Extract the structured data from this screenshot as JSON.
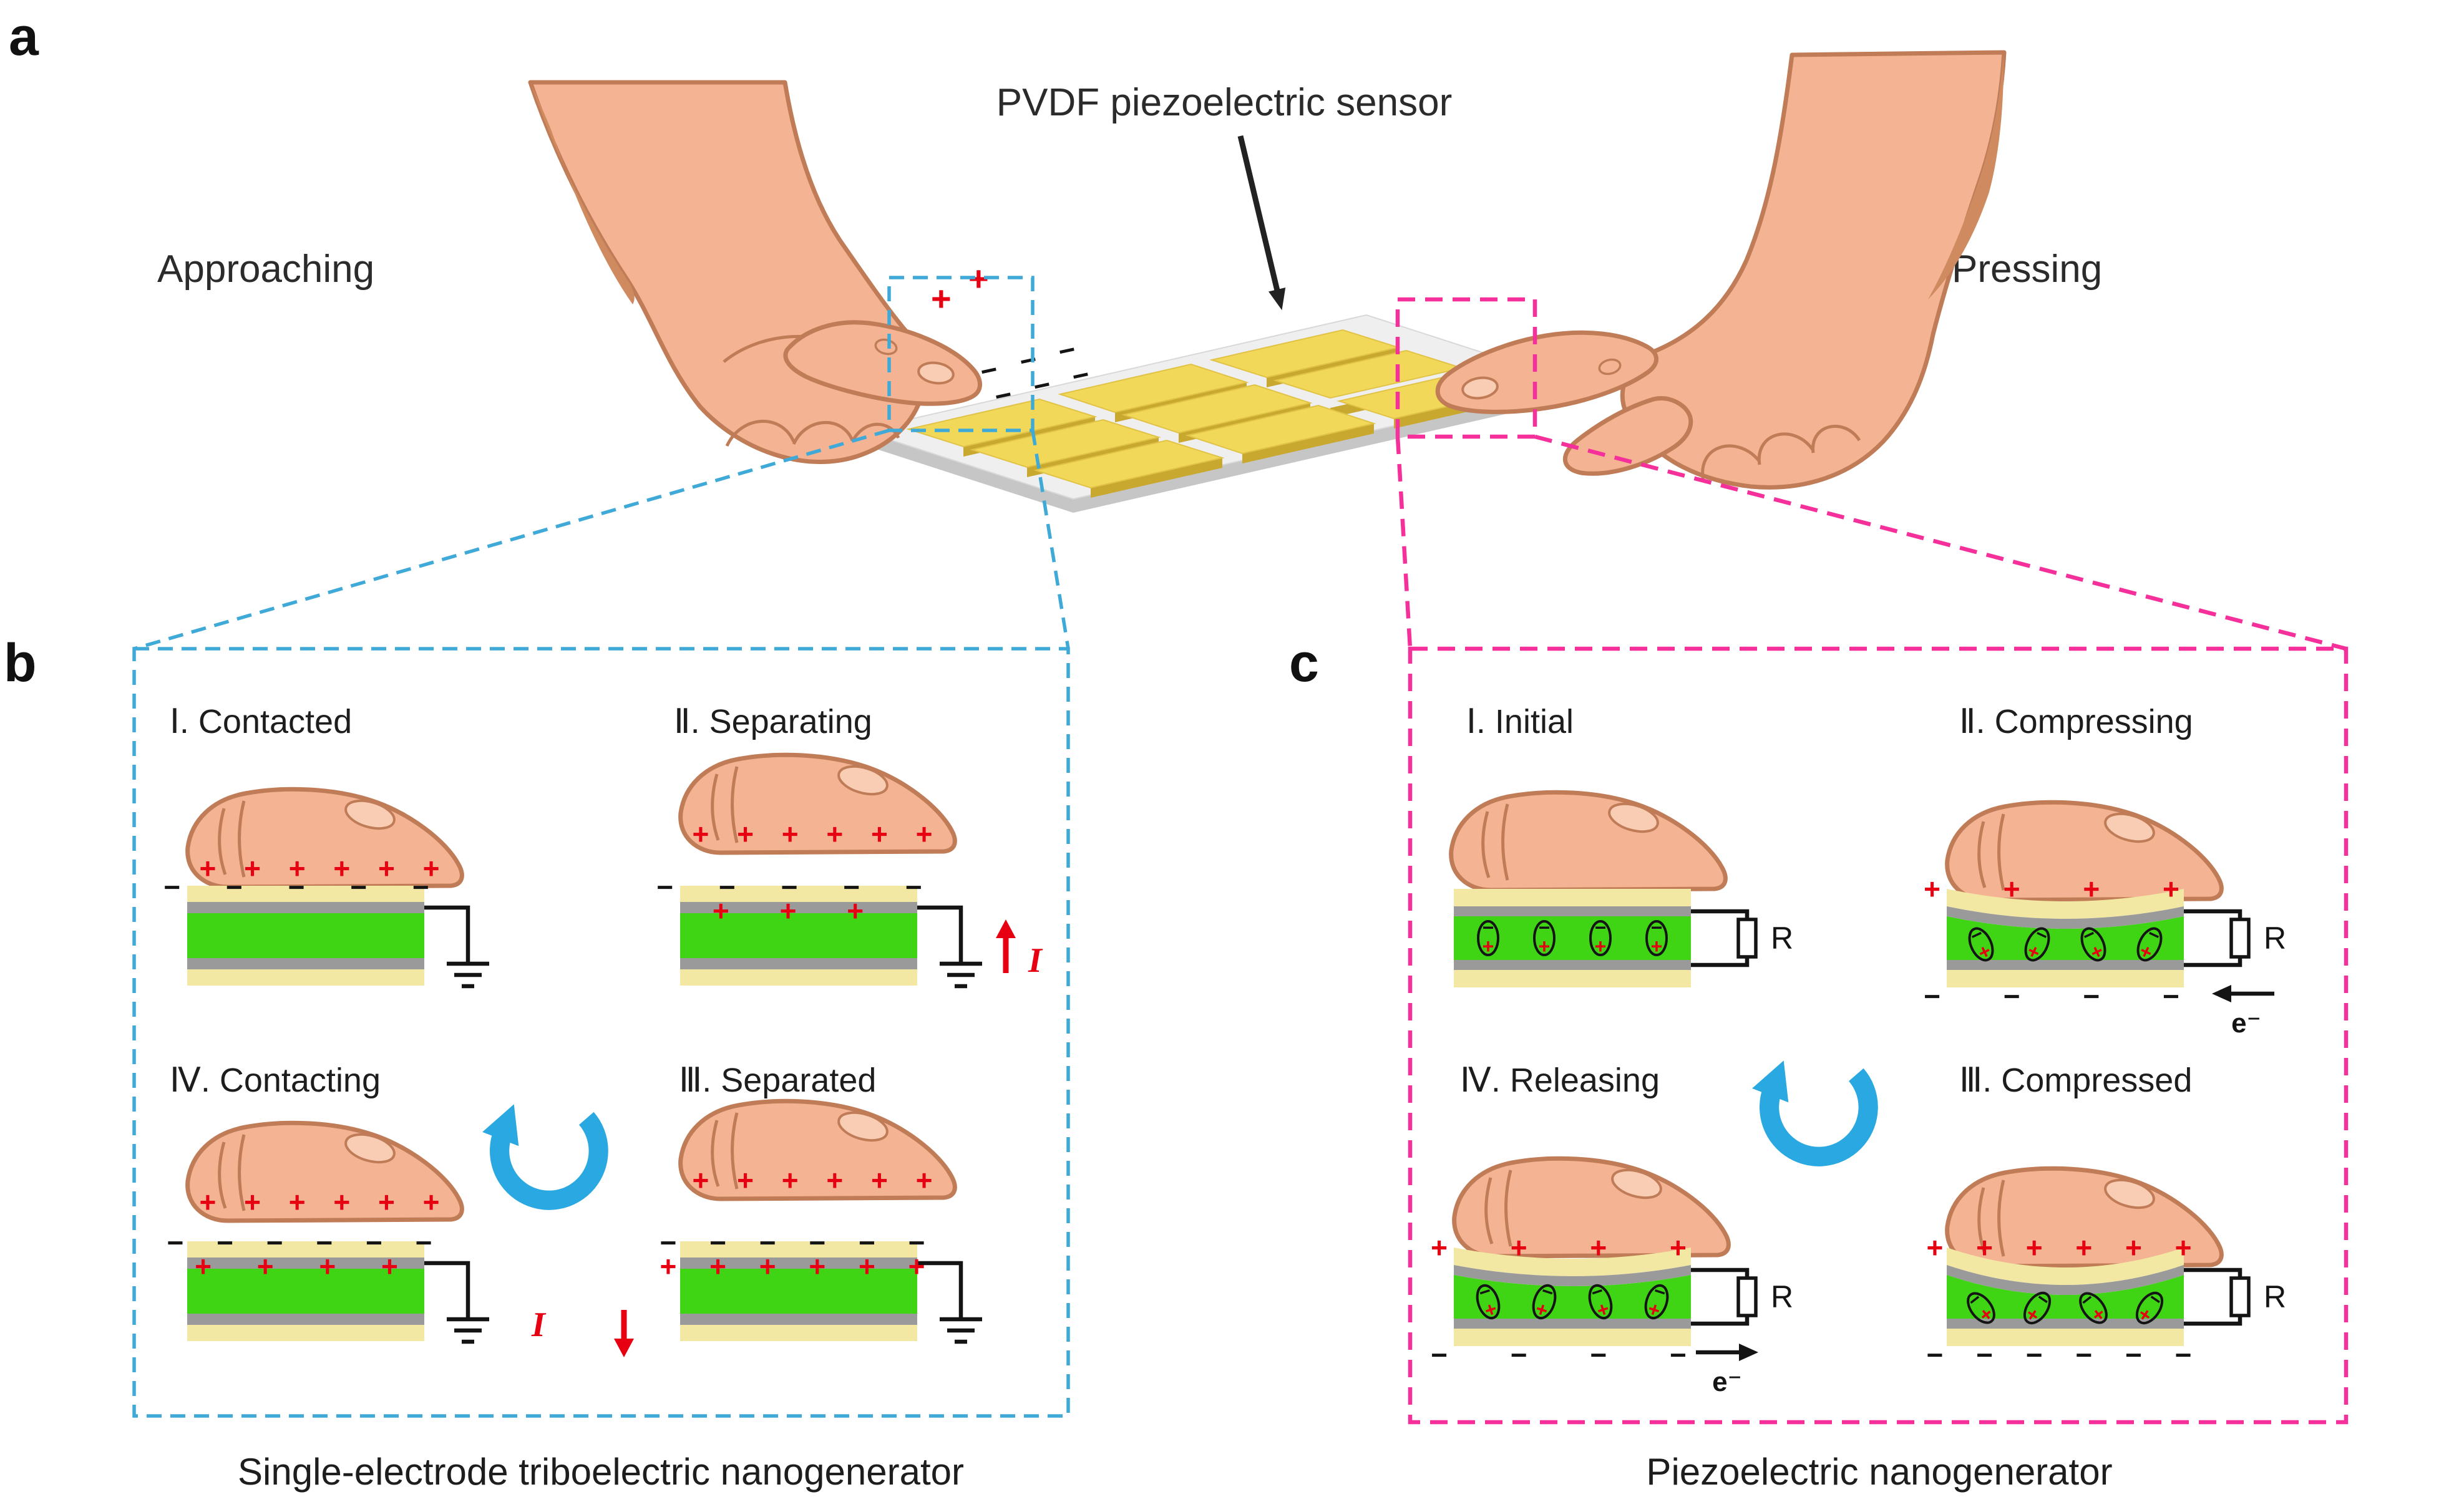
{
  "figure": {
    "panel_a_letter": "a",
    "panel_b_letter": "b",
    "panel_c_letter": "c"
  },
  "panel_a": {
    "approaching_label": "Approaching",
    "sensor_label": "PVDF piezoelectric sensor",
    "pressing_label": "Pressing",
    "plus": "+",
    "minus": "−"
  },
  "panel_b": {
    "caption": "Single-electrode triboelectric nanogenerator",
    "current_label": "I",
    "stages": [
      {
        "title": "Ⅰ. Contacted",
        "finger_charges": "+ + + + + +",
        "surface_charges": "− − − − −",
        "induced_charges": ""
      },
      {
        "title": "Ⅱ. Separating",
        "finger_charges": "+ + + + + +",
        "surface_charges": "− − − − −",
        "induced_charges": "+ + +"
      },
      {
        "title": "Ⅲ. Separated",
        "finger_charges": "+ + + + + +",
        "surface_charges": "− − − − − −",
        "induced_charges": "+ + + + + +"
      },
      {
        "title": "Ⅳ. Contacting",
        "finger_charges": "+ + + + + +",
        "surface_charges": "− − − − − −",
        "induced_charges": "+ + + +"
      }
    ]
  },
  "panel_c": {
    "caption": "Piezoelectric nanogenerator",
    "resistor_label": "R",
    "electron_label": "e⁻",
    "dipole": {
      "minus": "−",
      "plus": "+"
    },
    "stages": [
      {
        "title": "Ⅰ. Initial",
        "top_charges": "",
        "bottom_charges": ""
      },
      {
        "title": "Ⅱ. Compressing",
        "top_charges": "+ + + +",
        "bottom_charges": "− − − −"
      },
      {
        "title": "Ⅲ. Compressed",
        "top_charges": "+ + + + + +",
        "bottom_charges": "− − − − − −"
      },
      {
        "title": "Ⅳ. Releasing",
        "top_charges": "+ + + +",
        "bottom_charges": "− − − −"
      }
    ]
  },
  "colors": {
    "triboelectric_accent": "#3FA9D8",
    "piezoelectric_accent": "#F5309B",
    "cycle_arrow_blue": "#29A8E2",
    "charge_positive_red": "#E60012",
    "pvdf_green": "#3FD414",
    "electrode_gray": "#9A9A9A",
    "pet_yellow": "#F3E7A4",
    "sensor_tile_yellow": "#F2D858",
    "skin": "#F4B393"
  }
}
